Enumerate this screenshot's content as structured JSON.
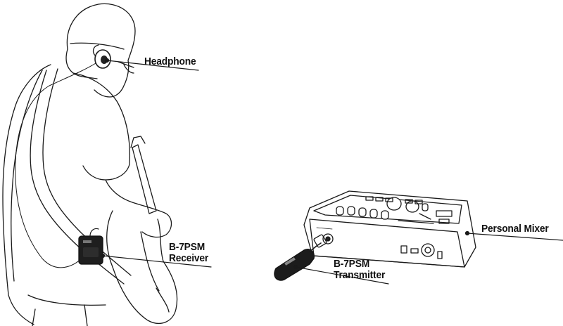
{
  "labels": {
    "headphone": "Headphone",
    "receiver_line1": "B-7PSM",
    "receiver_line2": "Receiver",
    "transmitter_line1": "B-7PSM",
    "transmitter_line2": "Transmitter",
    "mixer": "Personal Mixer"
  },
  "colors": {
    "line": "#1a1a1a",
    "device": "#222222",
    "background": "#ffffff"
  }
}
